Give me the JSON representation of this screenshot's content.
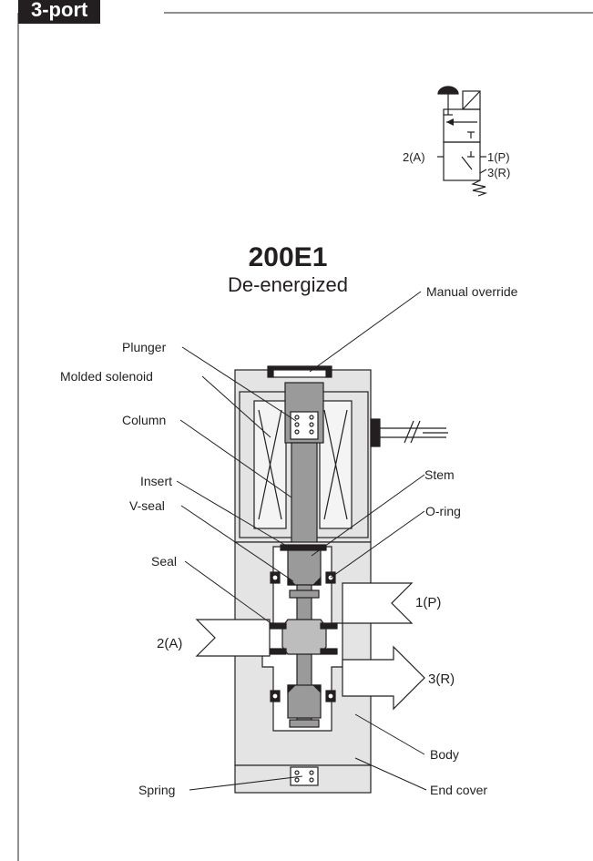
{
  "section": {
    "title": "3-port"
  },
  "symbol": {
    "port_a": "2(A)",
    "port_p": "1(P)",
    "port_r": "3(R)"
  },
  "diagram": {
    "model": "200E1",
    "state": "De-energized"
  },
  "labels": {
    "manual_override": "Manual override",
    "plunger": "Plunger",
    "molded_solenoid": "Molded solenoid",
    "column": "Column",
    "insert": "Insert",
    "v_seal": "V-seal",
    "stem": "Stem",
    "o_ring": "O-ring",
    "seal": "Seal",
    "body": "Body",
    "end_cover": "End cover",
    "spring": "Spring"
  },
  "ports": {
    "p": "1(P)",
    "a": "2(A)",
    "r": "3(R)"
  }
}
